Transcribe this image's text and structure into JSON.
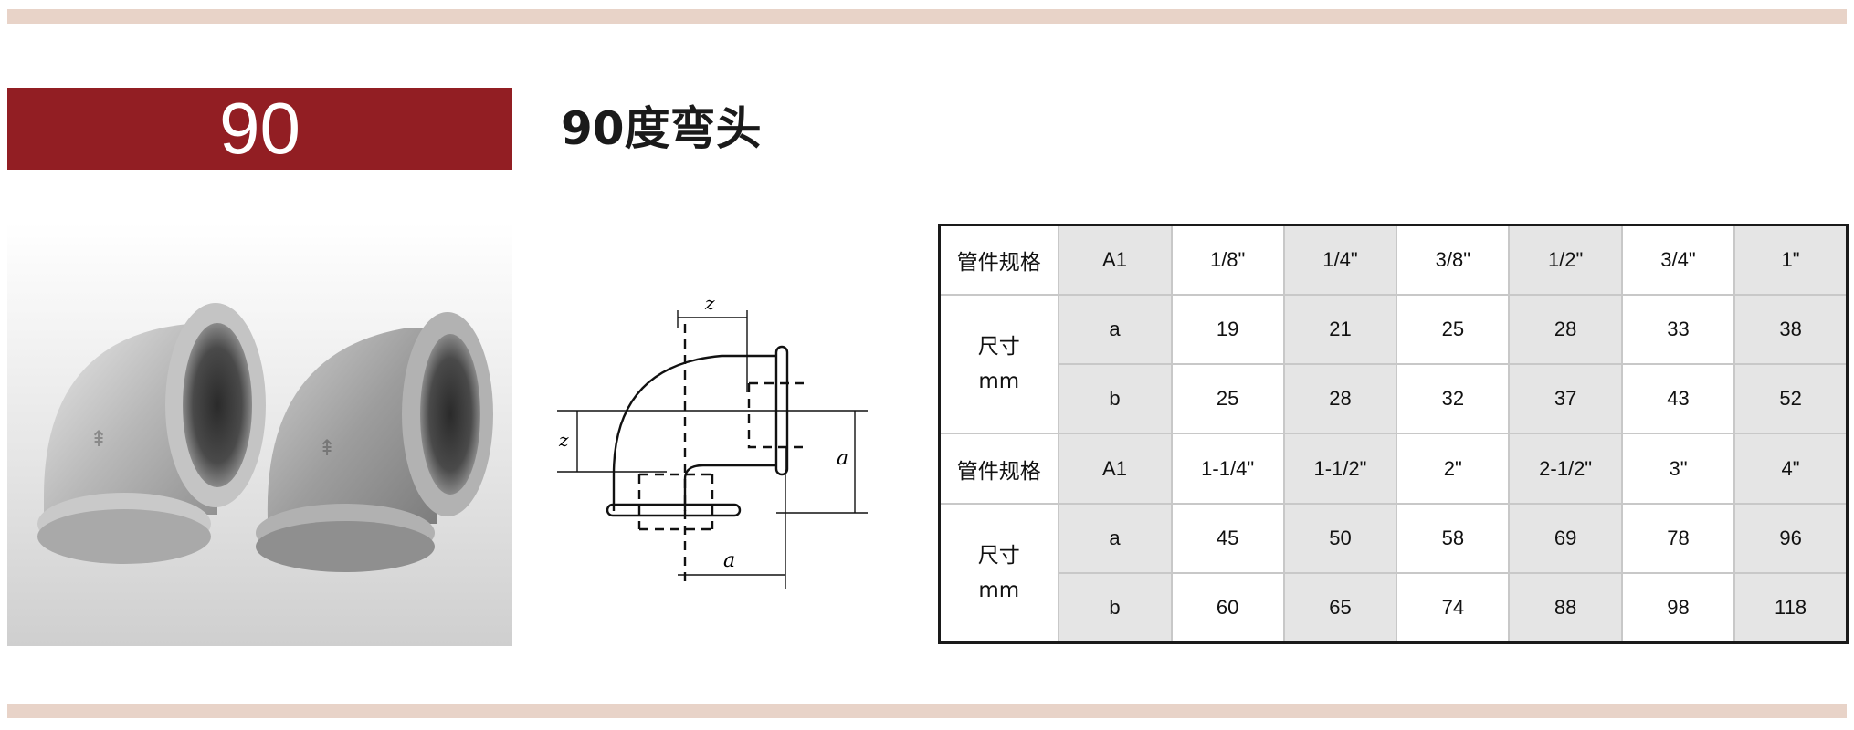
{
  "header": {
    "code": "90",
    "title": "90度弯头"
  },
  "drawing": {
    "label_z": "z",
    "label_a_horizontal": "a",
    "label_a_vertical": "a",
    "label_z_vertical": "z"
  },
  "spec_table": {
    "rows": [
      {
        "label": "管件规格",
        "sub": "A1",
        "values": [
          "1/8\"",
          "1/4\"",
          "3/8\"",
          "1/2\"",
          "3/4\"",
          "1\""
        ]
      },
      {
        "label_line1": "尺寸",
        "label_line2": "mm",
        "sub": "a",
        "values": [
          "19",
          "21",
          "25",
          "28",
          "33",
          "38"
        ]
      },
      {
        "sub": "b",
        "values": [
          "25",
          "28",
          "32",
          "37",
          "43",
          "52"
        ]
      },
      {
        "label": "管件规格",
        "sub": "A1",
        "values": [
          "1-1/4\"",
          "1-1/2\"",
          "2\"",
          "2-1/2\"",
          "3\"",
          "4\""
        ]
      },
      {
        "label_line1": "尺寸",
        "label_line2": "mm",
        "sub": "a",
        "values": [
          "45",
          "50",
          "58",
          "69",
          "78",
          "96"
        ]
      },
      {
        "sub": "b",
        "values": [
          "60",
          "65",
          "74",
          "88",
          "98",
          "118"
        ]
      }
    ]
  },
  "colors": {
    "accent": "#921e23",
    "band": "#e8d3c8",
    "shade": "#e5e5e5"
  }
}
